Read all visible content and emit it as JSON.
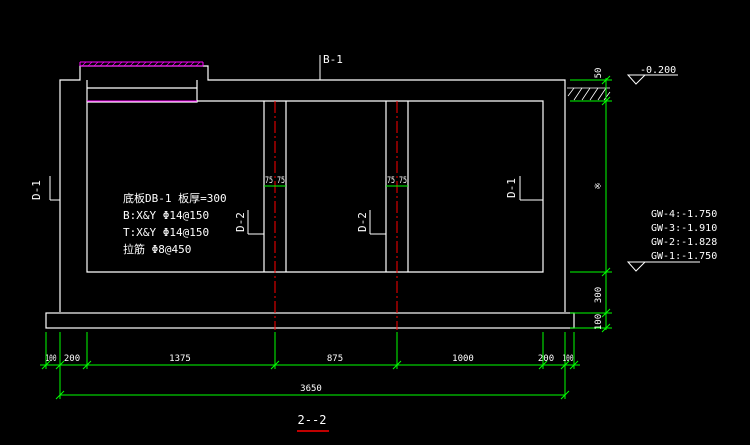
{
  "colors": {
    "background": "#000000",
    "structure": "#ffffff",
    "dimension": "#00ff00",
    "axis": "#ff0000",
    "hatch": "#ff00ff",
    "text": "#ffffff"
  },
  "labels": {
    "top_section_mark": "B-1",
    "left_section_mark": "D-1",
    "right_section_mark": "D-1",
    "mid_section_mark_1": "D-2",
    "mid_section_mark_2": "D-2",
    "top_level": "-0.200",
    "section_title": "2--2"
  },
  "note": {
    "line1": "底板DB-1 板厚=300",
    "line2": "B:X&Y Φ14@150",
    "line3": "T:X&Y Φ14@150",
    "line4": "拉筋 Φ8@450"
  },
  "wall_dims": {
    "left": "75 75",
    "right": "75 75"
  },
  "right_dims": {
    "top": "50",
    "middle": "※",
    "slab": "300",
    "base": "100"
  },
  "water_levels": [
    "GW-4:-1.750",
    "GW-3:-1.910",
    "GW-2:-1.828",
    "GW-1:-1.750"
  ],
  "bottom_dims": {
    "segments": [
      "100",
      "200",
      "1375",
      "875",
      "1000",
      "200",
      "100"
    ],
    "total": "3650"
  }
}
